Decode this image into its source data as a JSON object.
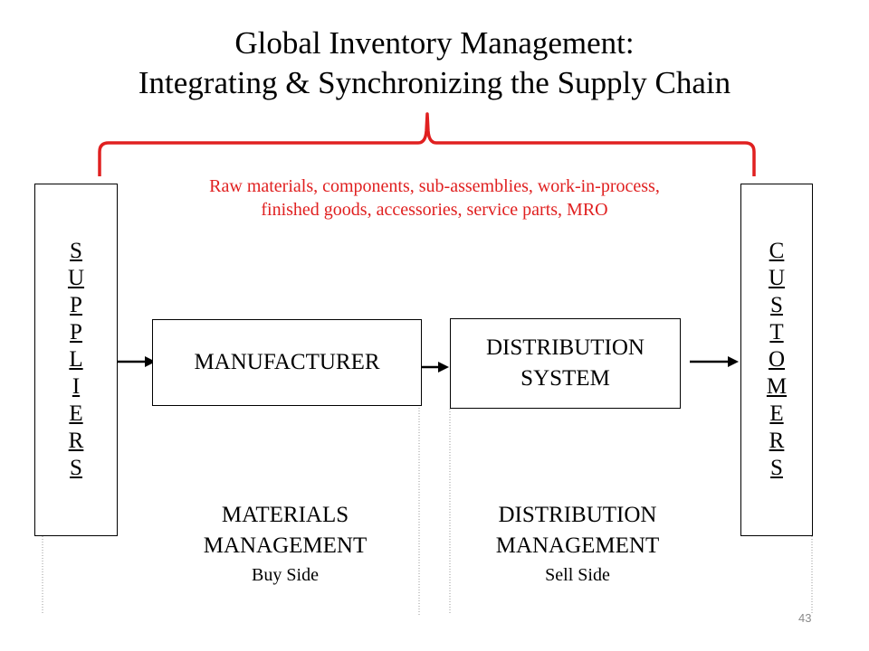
{
  "slide": {
    "title": [
      "Global Inventory Management:",
      "Integrating & Synchronizing the Supply Chain"
    ],
    "inventory_note": [
      "Raw materials, components, sub-assemblies, work-in-process,",
      "finished goods, accessories, service parts, MRO"
    ],
    "suppliers": [
      "S",
      "U",
      "P",
      "P",
      "L",
      "I",
      "E",
      "R",
      "S"
    ],
    "customers": [
      "C",
      "U",
      "S",
      "T",
      "O",
      "M",
      "E",
      "R",
      "S"
    ],
    "manufacturer": "MANUFACTURER",
    "distribution_system": [
      "DISTRIBUTION",
      "SYSTEM"
    ],
    "materials_management": {
      "lines": [
        "MATERIALS",
        "MANAGEMENT"
      ],
      "side": "Buy Side"
    },
    "distribution_management": {
      "lines": [
        "DISTRIBUTION",
        "MANAGEMENT"
      ],
      "side": "Sell Side"
    },
    "page_number": "43"
  },
  "colors": {
    "brace": "#e02020",
    "note_text": "#e02020",
    "box_border": "#000000",
    "divider": "#999999",
    "page_number": "#8a8a8a"
  }
}
